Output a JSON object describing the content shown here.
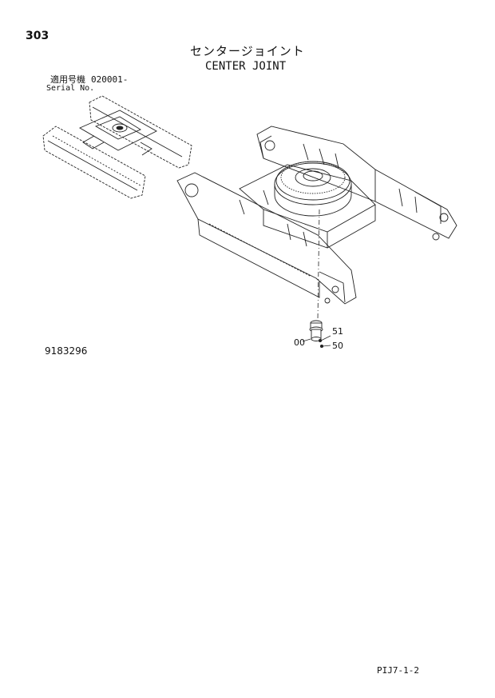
{
  "header": {
    "page_number": "303",
    "title_jp": "センタージョイント",
    "title_en": "CENTER JOINT",
    "serial_label_jp": "適用号機",
    "serial_value": "020001-",
    "serial_label_en": "Serial No."
  },
  "drawing": {
    "drawing_number": "9183296",
    "callouts": {
      "part_00": "00",
      "part_51": "51",
      "part_50": "50"
    }
  },
  "footer": {
    "code": "PIJ7-1-2"
  }
}
